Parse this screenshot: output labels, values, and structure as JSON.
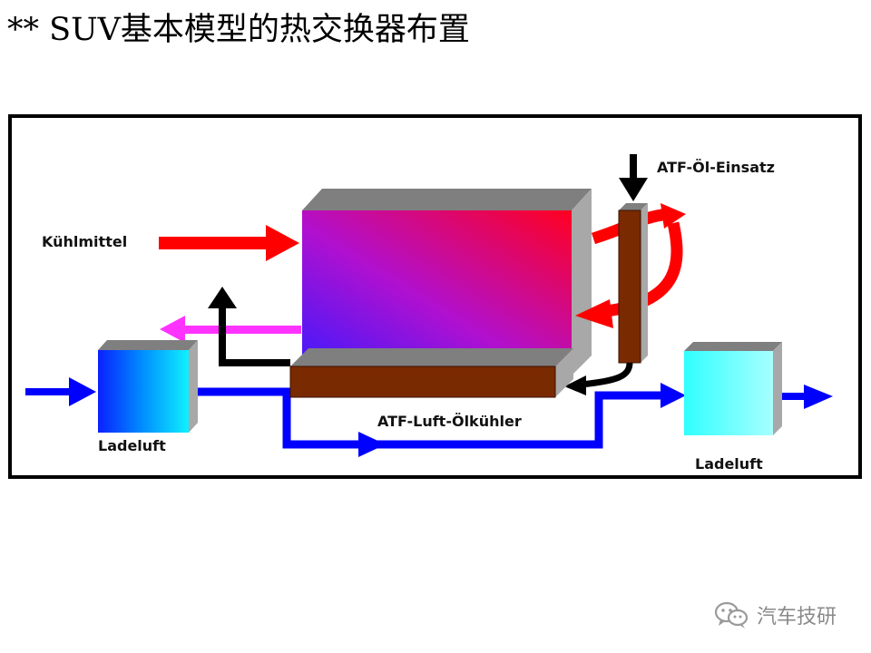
{
  "title": "** SUV基本模型的热交换器布置",
  "labels": {
    "coolant": "Kühlmittel",
    "atf_oil_insert": "ATF-Öl-Einsatz",
    "charge_air_left": "Ladeluft",
    "atf_air_oil_cooler": "ATF-Luft-Ölkühler",
    "charge_air_right": "Ladeluft"
  },
  "watermark": {
    "icon": "wechat-icon",
    "text": "汽车技研"
  },
  "colors": {
    "coolant_arrow": "#ff0000",
    "oil_return_arrow": "#ff33ff",
    "charge_air_line": "#0000ff",
    "oil_line": "#000000",
    "atf_cooler": "#7a2a00",
    "radiator_left": "#5a20e0",
    "radiator_right": "#ff0030",
    "intercooler": "#00e5ff"
  }
}
